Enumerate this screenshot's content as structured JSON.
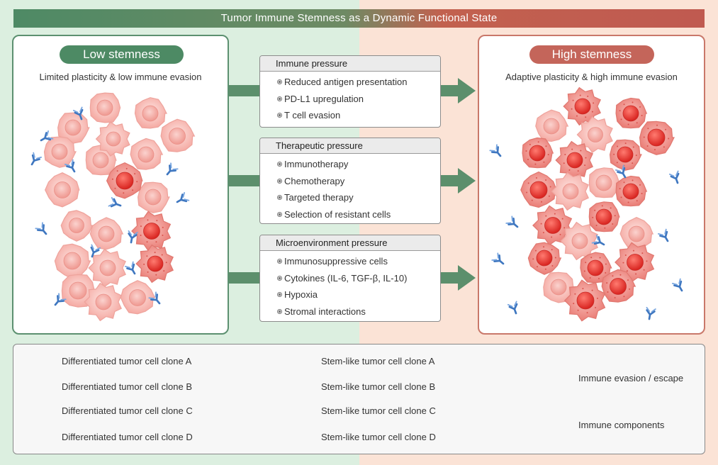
{
  "title": "Tumor Immune Stemness as a Dynamic Functional State",
  "low": {
    "label": "Low stemness",
    "subtitle": "Limited plasticity & low immune evasion"
  },
  "high": {
    "label": "High stemness",
    "subtitle": "Adaptive plasticity & high immune evasion"
  },
  "pressures": [
    {
      "title": "Immune pressure",
      "items": [
        "Reduced antigen presentation",
        "PD-L1 upregulation",
        "T cell evasion"
      ]
    },
    {
      "title": "Therapeutic pressure",
      "items": [
        "Immunotherapy",
        "Chemotherapy",
        "Targeted therapy",
        "Selection of resistant cells"
      ]
    },
    {
      "title": "Microenvironment pressure",
      "items": [
        "Immunosuppressive cells",
        "Cytokines (IL-6, TGF-β, IL-10)",
        "Hypoxia",
        "Stromal interactions"
      ]
    }
  ],
  "legend": {
    "diff": [
      "Differentiated tumor cell clone A",
      "Differentiated tumor cell clone B",
      "Differentiated tumor cell clone C",
      "Differentiated tumor cell clone D"
    ],
    "stem": [
      "Stem-like tumor cell clone A",
      "Stem-like tumor cell clone B",
      "Stem-like tumor cell clone C",
      "Stem-like tumor cell clone D"
    ],
    "evasion": "Immune evasion / escape",
    "components": "Immune components"
  },
  "colors": {
    "green": "#4d8a64",
    "red": "#c4655a",
    "arrow": "#5c8f6c",
    "cell_light": "#f6b3ad",
    "cell_stem": "#e2453f",
    "antibody": "#3f77c0"
  }
}
